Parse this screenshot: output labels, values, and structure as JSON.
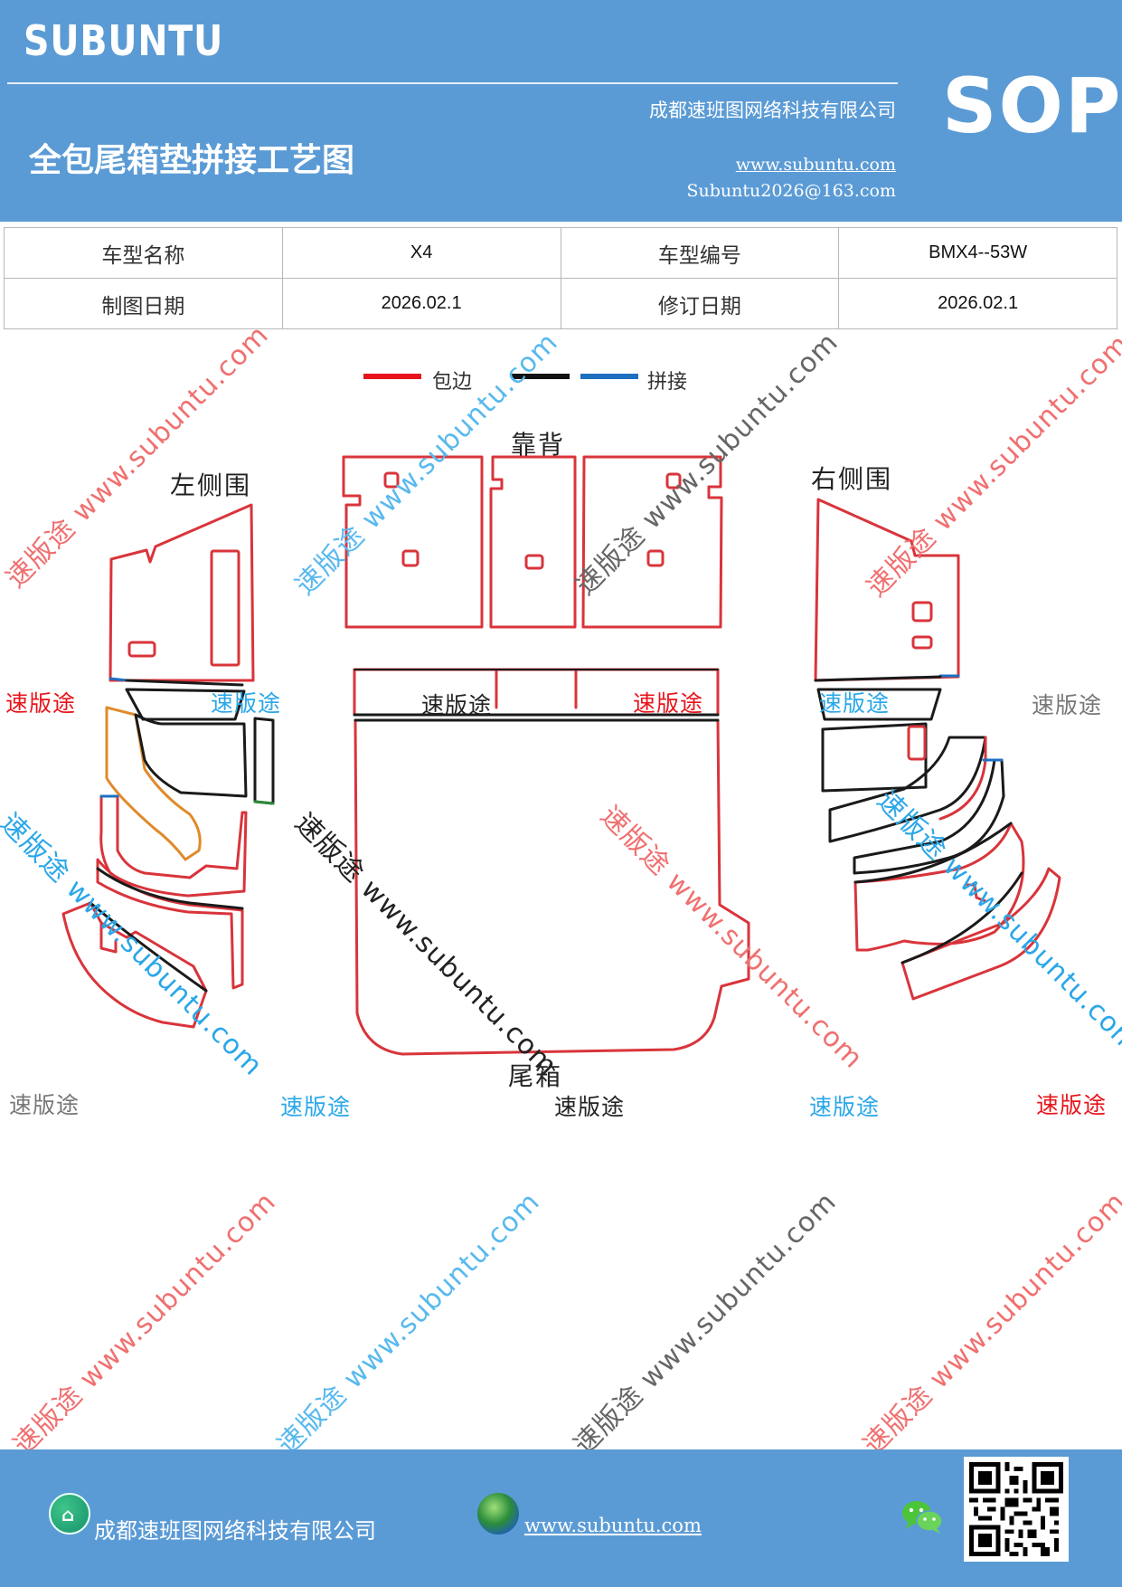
{
  "header": {
    "brand": "SUBUNTU",
    "doc_type": "SOP",
    "company": "成都速班图网络科技有限公司",
    "title": "全包尾箱垫拼接工艺图",
    "website": "www.subuntu.com",
    "email": "Subuntu2026@163.com"
  },
  "info_table": {
    "model_name_label": "车型名称",
    "model_name": "X4",
    "model_code_label": "车型编号",
    "model_code": "BMX4--53W",
    "draw_date_label": "制图日期",
    "draw_date": "2026.02.1",
    "revise_date_label": "修订日期",
    "revise_date": "2026.02.1"
  },
  "legend": {
    "label_edge": "包边",
    "label_splice": "拼接",
    "color_edge": "#e8141b",
    "color_black": "#111111",
    "color_splice": "#1f6fc0"
  },
  "parts": {
    "left_side": "左侧围",
    "backrest": "靠背",
    "right_side": "右侧围",
    "trunk": "尾箱"
  },
  "watermarks": {
    "brand_cn": "速版途",
    "site_line": "速版途 www.subuntu.com",
    "site_url": "www.subuntu.com"
  },
  "footer": {
    "company": "成都速班图网络科技有限公司",
    "website": "www.subuntu.com",
    "house_icon": "house-icon",
    "globe_icon": "globe-icon",
    "wechat_icon": "wechat-icon",
    "qr_icon": "qr-code"
  },
  "colors": {
    "header_bg": "#5b9bd5",
    "outline_red": "#d9343b",
    "outline_black": "#1a1a1a",
    "splice_blue": "#1f6fc0",
    "splice_orange": "#e08a2a",
    "splice_green": "#2a8a3a",
    "wm_red": "#e8141b",
    "wm_blue": "#2aa7e8",
    "wm_gray": "#777777",
    "wm_dark": "#222222"
  }
}
